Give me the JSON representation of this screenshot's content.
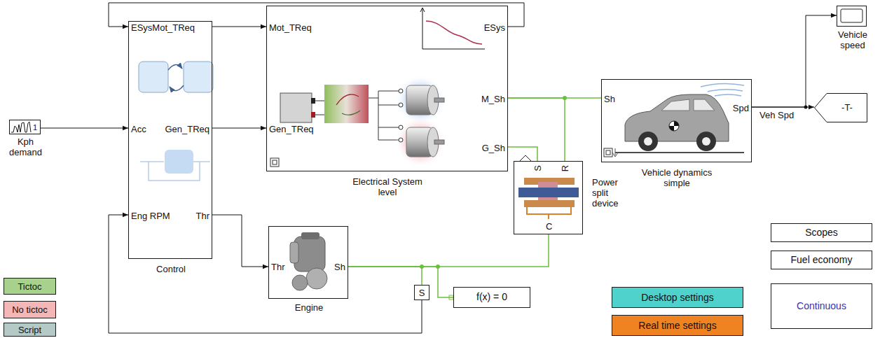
{
  "diagram": {
    "nodes": [
      {
        "text": [
          "1",
          "Kph demand"
        ]
      },
      {
        "text": [
          "ESysMot_TReq",
          "Acc",
          "Gen_TReq",
          "Eng RPM",
          "Thr",
          "Control"
        ]
      },
      {
        "text": [
          "Mot_TReq",
          "Gen_TReq",
          "ESys",
          "M_Sh",
          "G_Sh",
          "Electrical System level"
        ]
      },
      {
        "text": [
          "Sh",
          "Spd",
          "Vehicle dynamics simple"
        ]
      },
      {
        "text": [
          "Vehicle speed"
        ]
      },
      {
        "text": [
          "-T-"
        ]
      },
      {
        "text": [
          "S",
          "R",
          "C",
          "Power split device"
        ]
      },
      {
        "text": [
          "Thr",
          "Sh",
          "Engine"
        ]
      },
      {
        "text": [
          "S"
        ]
      },
      {
        "text": [
          "f(x) = 0"
        ]
      },
      {
        "text": [
          "Tictoc"
        ]
      },
      {
        "text": [
          "No tictoc"
        ]
      },
      {
        "text": [
          "Script"
        ]
      },
      {
        "text": [
          "Desktop settings"
        ]
      },
      {
        "text": [
          "Real time settings"
        ]
      },
      {
        "text": [
          "Scopes"
        ]
      },
      {
        "text": [
          "Fuel economy"
        ]
      },
      {
        "text": [
          "Continuous"
        ]
      }
    ],
    "edges": [
      {
        "from": 0,
        "to": 1,
        "arrow": "to"
      },
      {
        "from": 2,
        "to": 1,
        "arrow": "to"
      },
      {
        "from": 1,
        "to": 2,
        "arrow": "to"
      },
      {
        "from": 1,
        "to": 2,
        "arrow": "to"
      },
      {
        "from": 1,
        "to": 7,
        "arrow": "to"
      },
      {
        "from": 2,
        "to": 3,
        "arrow": "none"
      },
      {
        "from": 2,
        "to": 6,
        "arrow": "none"
      },
      {
        "from": 2,
        "to": 6,
        "arrow": "none"
      },
      {
        "from": 7,
        "to": 6,
        "arrow": "none"
      },
      {
        "from": 7,
        "to": 8,
        "arrow": "none"
      },
      {
        "from": 7,
        "to": 9,
        "arrow": "none"
      },
      {
        "from": 8,
        "to": 1,
        "arrow": "to"
      },
      {
        "from": 3,
        "to": 4,
        "arrow": "to"
      },
      {
        "from": 3,
        "to": 5,
        "arrow": "to",
        "label": "Veh Spd"
      }
    ]
  }
}
